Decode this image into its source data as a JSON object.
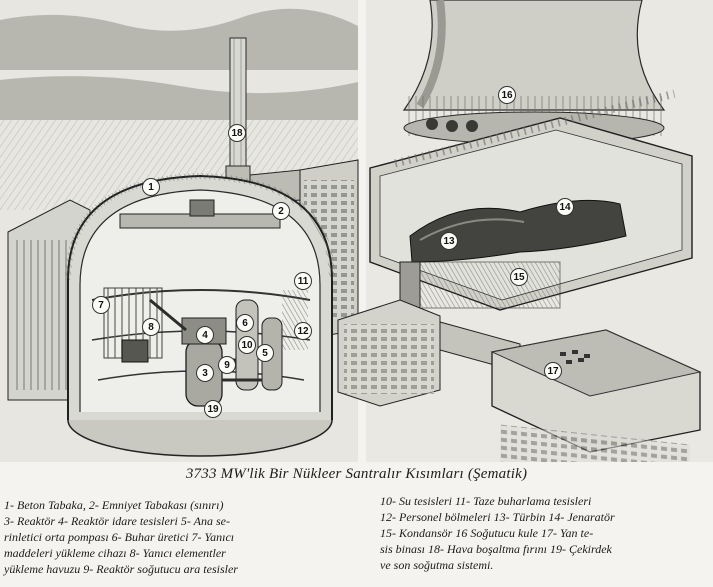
{
  "figure": {
    "caption": "3733 MW'lik Bir Nükleer Santralır Kısımları (Şematik)",
    "markers": [
      "1",
      "2",
      "3",
      "4",
      "5",
      "6",
      "7",
      "8",
      "9",
      "10",
      "11",
      "12",
      "13",
      "14",
      "15",
      "16",
      "17",
      "18",
      "19"
    ],
    "legend_left": "1- Beton Tabaka, 2- Emniyet Tabakası (sınırı)\n3- Reaktör  4- Reaktör idare tesisleri 5- Ana se-\nrinletici orta pompası 6- Buhar üretici 7- Yanıcı\nmaddeleri yükleme cihazı 8- Yanıcı elementler\nyükleme havuzu 9- Reaktör soğutucu ara tesisler",
    "legend_right": "10- Su tesisleri 11- Taze buharlama tesisleri\n12- Personel bölmeleri 13- Türbin 14- Jenaratör\n15- Kondansör 16 Soğutucu kule 17- Yan te-\nsis binası 18- Hava boşaltma fırını 19- Çekirdek\nve son soğutma sistemi."
  },
  "colors": {
    "ink": "#1a1a1a",
    "paper": "#f4f3ef",
    "hatch": "#8c8c86",
    "shade": "#5e5e58"
  }
}
